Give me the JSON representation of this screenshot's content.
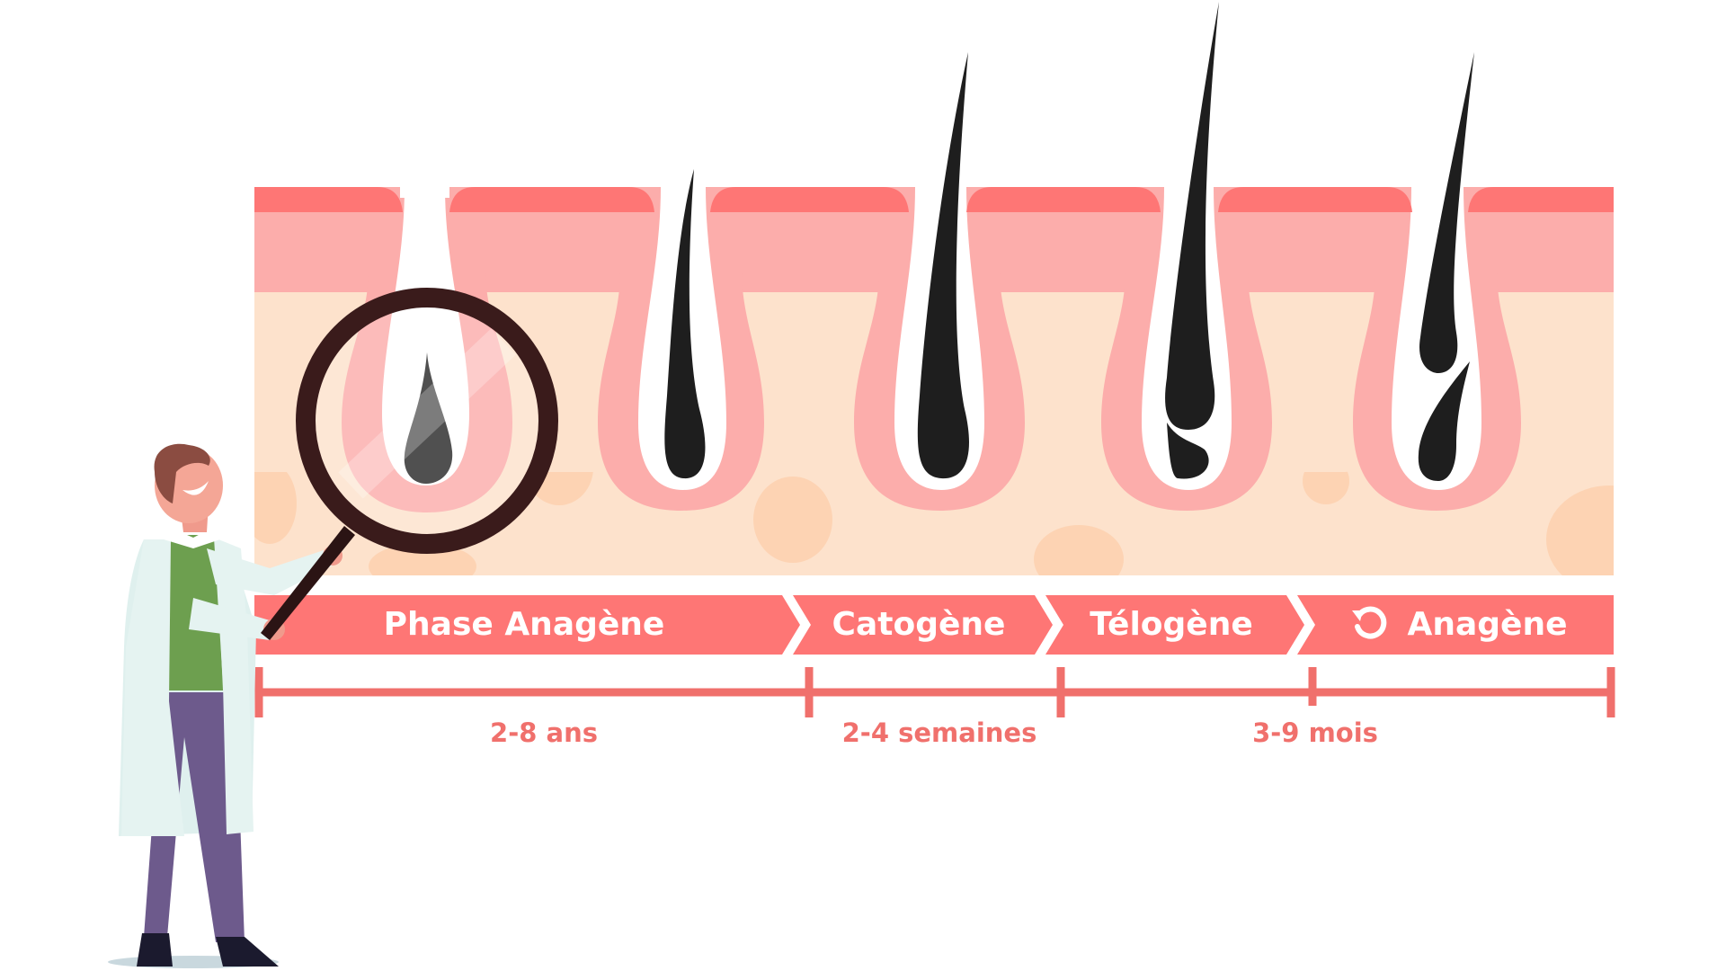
{
  "colors": {
    "epidermis_top": "#fe7675",
    "dermis": "#fcadab",
    "hypodermis": "#fde2cc",
    "fat_cell": "#fdd3b3",
    "hair": "#1e1e1e",
    "follicle_sheath": "#ffffff",
    "banner": "#fe7675",
    "timeline": "#f0706c",
    "magnifier": "#3a1b1b",
    "coat": "#dff0ee",
    "shirt": "#6d9f4f",
    "trousers": "#6d5a8c",
    "hair_person": "#8b4c41",
    "skin_person": "#f09a8c"
  },
  "phases": [
    {
      "label": "Phase Anagène",
      "icon": null
    },
    {
      "label": "Catogène",
      "icon": null
    },
    {
      "label": "Télogène",
      "icon": null
    },
    {
      "label": "Anagène",
      "icon": "cycle-arrow-icon"
    }
  ],
  "durations": [
    {
      "label": "2-8 ans"
    },
    {
      "label": "2-4 semaines"
    },
    {
      "label": "3-9 mois"
    }
  ],
  "figure": {
    "character": "scientist in lab coat holding magnifying glass",
    "magnified_stage": "Phase Anagène"
  }
}
